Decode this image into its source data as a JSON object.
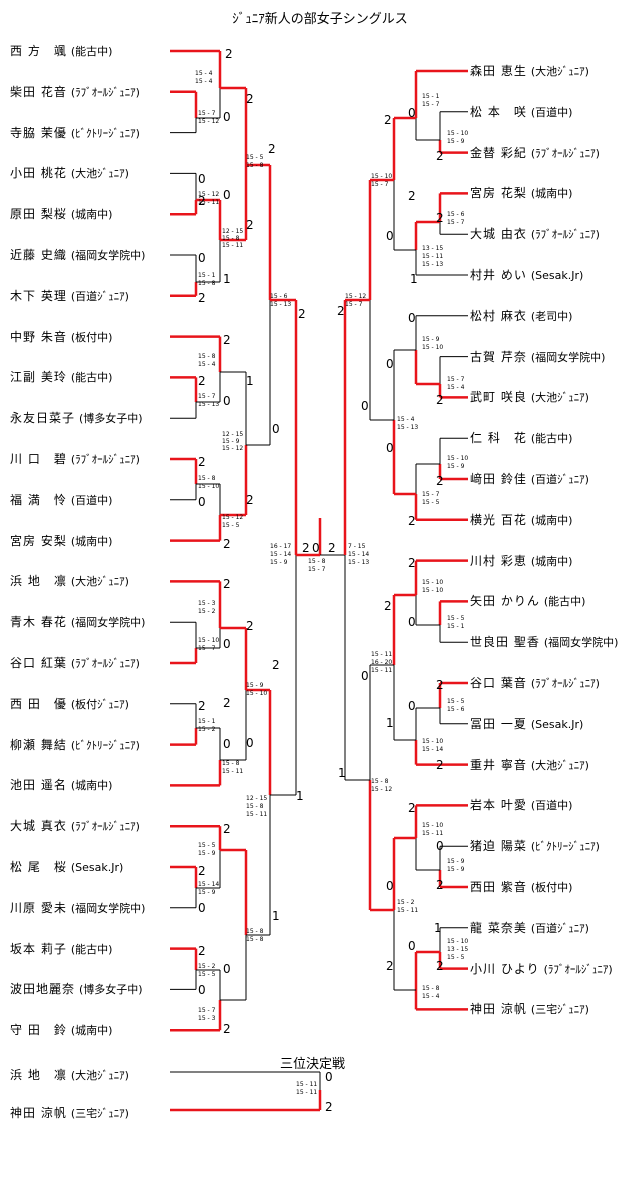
{
  "title": "ｼﾞｭﾆｱ新人の部女子シングルス",
  "third_place_title": "三位決定戦",
  "left_players": [
    {
      "name": "西 方　颯",
      "club": "(能古中)"
    },
    {
      "name": "柴田 花音",
      "club": "(ﾗﾌﾞｵｰﾙｼﾞｭﾆｱ)"
    },
    {
      "name": "寺脇 茉優",
      "club": "(ﾋﾞｸﾄﾘｰｼﾞｭﾆｱ)"
    },
    {
      "name": "小田 桃花",
      "club": "(大池ｼﾞｭﾆｱ)"
    },
    {
      "name": "原田 梨桜",
      "club": "(城南中)"
    },
    {
      "name": "近藤 史織",
      "club": "(福岡女学院中)"
    },
    {
      "name": "木下 英理",
      "club": "(百道ｼﾞｭﾆｱ)"
    },
    {
      "name": "中野 朱音",
      "club": "(板付中)"
    },
    {
      "name": "江副 美玲",
      "club": "(能古中)"
    },
    {
      "name": "永友日菜子",
      "club": "(博多女子中)"
    },
    {
      "name": "川 口　碧",
      "club": "(ﾗﾌﾞｵｰﾙｼﾞｭﾆｱ)"
    },
    {
      "name": "福 満　怜",
      "club": "(百道中)"
    },
    {
      "name": "宮房 安梨",
      "club": "(城南中)"
    },
    {
      "name": "浜 地　凛",
      "club": "(大池ｼﾞｭﾆｱ)"
    },
    {
      "name": "青木 春花",
      "club": "(福岡女学院中)"
    },
    {
      "name": "谷口 紅葉",
      "club": "(ﾗﾌﾞｵｰﾙｼﾞｭﾆｱ)"
    },
    {
      "name": "西 田　優",
      "club": "(板付ｼﾞｭﾆｱ)"
    },
    {
      "name": "柳瀬 舞結",
      "club": "(ﾋﾞｸﾄﾘｰｼﾞｭﾆｱ)"
    },
    {
      "name": "池田 遥名",
      "club": "(城南中)"
    },
    {
      "name": "大城 真衣",
      "club": "(ﾗﾌﾞｵｰﾙｼﾞｭﾆｱ)"
    },
    {
      "name": "松 尾　桜",
      "club": "(Sesak.Jr)"
    },
    {
      "name": "川原 愛未",
      "club": "(福岡女学院中)"
    },
    {
      "name": "坂本 莉子",
      "club": "(能古中)"
    },
    {
      "name": "波田地麗奈",
      "club": "(博多女子中)"
    },
    {
      "name": "守 田　鈴",
      "club": "(城南中)"
    }
  ],
  "right_players": [
    {
      "name": "森田 恵生",
      "club": "(大池ｼﾞｭﾆｱ)"
    },
    {
      "name": "松 本　咲",
      "club": "(百道中)"
    },
    {
      "name": "金替 彩紀",
      "club": "(ﾗﾌﾞｵｰﾙｼﾞｭﾆｱ)"
    },
    {
      "name": "宮房 花梨",
      "club": "(城南中)"
    },
    {
      "name": "大城 由衣",
      "club": "(ﾗﾌﾞｵｰﾙｼﾞｭﾆｱ)"
    },
    {
      "name": "村井 めい",
      "club": "(Sesak.Jr)"
    },
    {
      "name": "松村 麻衣",
      "club": "(老司中)"
    },
    {
      "name": "古賀 芹奈",
      "club": "(福岡女学院中)"
    },
    {
      "name": "武町 咲良",
      "club": "(大池ｼﾞｭﾆｱ)"
    },
    {
      "name": "仁 科　花",
      "club": "(能古中)"
    },
    {
      "name": "﨑田 鈴佳",
      "club": "(百道ｼﾞｭﾆｱ)"
    },
    {
      "name": "横光 百花",
      "club": "(城南中)"
    },
    {
      "name": "川村 彩恵",
      "club": "(城南中)"
    },
    {
      "name": "矢田 かりん",
      "club": "(能古中)"
    },
    {
      "name": "世良田 聖香",
      "club": "(福岡女学院中)"
    },
    {
      "name": "谷口 葉音",
      "club": "(ﾗﾌﾞｵｰﾙｼﾞｭﾆｱ)"
    },
    {
      "name": "冨田 一夏",
      "club": "(Sesak.Jr)"
    },
    {
      "name": "重井 寧音",
      "club": "(大池ｼﾞｭﾆｱ)"
    },
    {
      "name": "岩本 叶愛",
      "club": "(百道中)"
    },
    {
      "name": "猪迫 陽菜",
      "club": "(ﾋﾞｸﾄﾘｰｼﾞｭﾆｱ)"
    },
    {
      "name": "西田 紫音",
      "club": "(板付中)"
    },
    {
      "name": "龍 菜奈美",
      "club": "(百道ｼﾞｭﾆｱ)"
    },
    {
      "name": "小川 ひより",
      "club": "(ﾗﾌﾞｵｰﾙｼﾞｭﾆｱ)"
    },
    {
      "name": "神田 涼帆",
      "club": "(三宅ｼﾞｭﾆｱ)"
    }
  ],
  "third_players": [
    {
      "name": "浜 地　凛",
      "club": "(大池ｼﾞｭﾆｱ)"
    },
    {
      "name": "神田 涼帆",
      "club": "(三宅ｼﾞｭﾆｱ)"
    }
  ],
  "bracket_colors": {
    "winner": "#e8141b",
    "loser": "#000000"
  },
  "scores": [
    {
      "t": "2",
      "role": "set"
    },
    {
      "t": "15 - 4",
      "role": "game"
    },
    {
      "t": "15 - 4",
      "role": "game"
    },
    {
      "t": "2",
      "role": "set"
    },
    {
      "t": "0",
      "role": "set"
    },
    {
      "t": "15 - 7",
      "role": "game"
    },
    {
      "t": "15 - 12",
      "role": "game"
    },
    {
      "t": "2",
      "role": "set"
    },
    {
      "t": "15 - 5",
      "role": "game"
    },
    {
      "t": "15 - 8",
      "role": "game"
    },
    {
      "t": "0",
      "role": "set"
    },
    {
      "t": "2",
      "role": "set"
    },
    {
      "t": "15 - 12",
      "role": "game"
    },
    {
      "t": "15 - 11",
      "role": "game"
    },
    {
      "t": "0",
      "role": "set"
    },
    {
      "t": "2",
      "role": "set"
    },
    {
      "t": "12 - 15",
      "role": "game"
    },
    {
      "t": "15 - 8",
      "role": "game"
    },
    {
      "t": "15 - 11",
      "role": "game"
    },
    {
      "t": "1",
      "role": "set"
    },
    {
      "t": "15 - 1",
      "role": "game"
    },
    {
      "t": "15 - 8",
      "role": "game"
    },
    {
      "t": "0",
      "role": "set"
    },
    {
      "t": "2",
      "role": "set"
    },
    {
      "t": "2",
      "role": "set"
    },
    {
      "t": "15 - 6",
      "role": "game"
    },
    {
      "t": "15 - 13",
      "role": "game"
    },
    {
      "t": "2",
      "role": "set"
    },
    {
      "t": "15 - 8",
      "role": "game"
    },
    {
      "t": "15 - 4",
      "role": "game"
    },
    {
      "t": "0",
      "role": "set"
    },
    {
      "t": "2",
      "role": "set"
    },
    {
      "t": "15 - 7",
      "role": "game"
    },
    {
      "t": "15 - 13",
      "role": "game"
    },
    {
      "t": "1",
      "role": "set"
    },
    {
      "t": "12 - 15",
      "role": "game"
    },
    {
      "t": "15 - 9",
      "role": "game"
    },
    {
      "t": "15 - 12",
      "role": "game"
    },
    {
      "t": "0",
      "role": "set"
    },
    {
      "t": "2",
      "role": "set"
    },
    {
      "t": "15 - 8",
      "role": "game"
    },
    {
      "t": "15 - 10",
      "role": "game"
    },
    {
      "t": "2",
      "role": "set"
    },
    {
      "t": "15 - 12",
      "role": "game"
    },
    {
      "t": "15 - 5",
      "role": "game"
    },
    {
      "t": "0",
      "role": "set"
    },
    {
      "t": "2",
      "role": "set"
    },
    {
      "t": "2",
      "role": "set"
    },
    {
      "t": "15 - 3",
      "role": "game"
    },
    {
      "t": "15 - 2",
      "role": "game"
    },
    {
      "t": "2",
      "role": "set"
    },
    {
      "t": "0",
      "role": "set"
    },
    {
      "t": "15 - 10",
      "role": "game"
    },
    {
      "t": "15 - 7",
      "role": "game"
    },
    {
      "t": "2",
      "role": "set"
    },
    {
      "t": "15 - 9",
      "role": "game"
    },
    {
      "t": "15 - 10",
      "role": "game"
    },
    {
      "t": "0",
      "role": "set"
    },
    {
      "t": "2",
      "role": "set"
    },
    {
      "t": "15 - 1",
      "role": "game"
    },
    {
      "t": "15 - 2",
      "role": "game"
    },
    {
      "t": "0",
      "role": "set"
    },
    {
      "t": "2",
      "role": "set"
    },
    {
      "t": "15 - 8",
      "role": "game"
    },
    {
      "t": "15 - 11",
      "role": "game"
    },
    {
      "t": "1",
      "role": "set"
    },
    {
      "t": "12 - 15",
      "role": "game"
    },
    {
      "t": "15 - 8",
      "role": "game"
    },
    {
      "t": "15 - 11",
      "role": "game"
    },
    {
      "t": "2",
      "role": "set"
    },
    {
      "t": "15 - 5",
      "role": "game"
    },
    {
      "t": "15 - 9",
      "role": "game"
    },
    {
      "t": "2",
      "role": "set"
    },
    {
      "t": "0",
      "role": "set"
    },
    {
      "t": "15 - 14",
      "role": "game"
    },
    {
      "t": "15 - 9",
      "role": "game"
    },
    {
      "t": "1",
      "role": "set"
    },
    {
      "t": "15 - 8",
      "role": "game"
    },
    {
      "t": "15 - 8",
      "role": "game"
    },
    {
      "t": "2",
      "role": "set"
    },
    {
      "t": "0",
      "role": "set"
    },
    {
      "t": "15 - 2",
      "role": "game"
    },
    {
      "t": "15 - 5",
      "role": "game"
    },
    {
      "t": "0",
      "role": "set"
    },
    {
      "t": "2",
      "role": "set"
    },
    {
      "t": "15 - 7",
      "role": "game"
    },
    {
      "t": "15 - 3",
      "role": "game"
    },
    {
      "t": "2",
      "role": "set"
    },
    {
      "t": "16 - 17",
      "role": "game"
    },
    {
      "t": "15 - 14",
      "role": "game"
    },
    {
      "t": "15 - 9",
      "role": "game"
    },
    {
      "t": "0",
      "role": "set"
    },
    {
      "t": "2",
      "role": "set"
    },
    {
      "t": "15 - 8",
      "role": "game"
    },
    {
      "t": "15 - 7",
      "role": "game"
    },
    {
      "t": "7 - 15",
      "role": "game"
    },
    {
      "t": "15 - 14",
      "role": "game"
    },
    {
      "t": "15 - 13",
      "role": "game"
    },
    {
      "t": "2",
      "role": "set"
    },
    {
      "t": "15 - 1",
      "role": "game"
    },
    {
      "t": "15 - 7",
      "role": "game"
    },
    {
      "t": "0",
      "role": "set"
    },
    {
      "t": "15 - 10",
      "role": "game"
    },
    {
      "t": "15 - 9",
      "role": "game"
    },
    {
      "t": "2",
      "role": "set"
    },
    {
      "t": "2",
      "role": "set"
    },
    {
      "t": "15 - 10",
      "role": "game"
    },
    {
      "t": "15 - 7",
      "role": "game"
    },
    {
      "t": "2",
      "role": "set"
    },
    {
      "t": "15 - 6",
      "role": "game"
    },
    {
      "t": "15 - 7",
      "role": "game"
    },
    {
      "t": "0",
      "role": "set"
    },
    {
      "t": "13 - 15",
      "role": "game"
    },
    {
      "t": "15 - 11",
      "role": "game"
    },
    {
      "t": "15 - 13",
      "role": "game"
    },
    {
      "t": "1",
      "role": "set"
    },
    {
      "t": "2",
      "role": "set"
    },
    {
      "t": "15 - 12",
      "role": "game"
    },
    {
      "t": "15 - 7",
      "role": "game"
    },
    {
      "t": "0",
      "role": "set"
    },
    {
      "t": "15 - 9",
      "role": "game"
    },
    {
      "t": "15 - 10",
      "role": "game"
    },
    {
      "t": "0",
      "role": "set"
    },
    {
      "t": "15 - 7",
      "role": "game"
    },
    {
      "t": "15 - 4",
      "role": "game"
    },
    {
      "t": "2",
      "role": "set"
    },
    {
      "t": "0",
      "role": "set"
    },
    {
      "t": "15 - 4",
      "role": "game"
    },
    {
      "t": "15 - 13",
      "role": "game"
    },
    {
      "t": "0",
      "role": "set"
    },
    {
      "t": "15 - 10",
      "role": "game"
    },
    {
      "t": "15 - 9",
      "role": "game"
    },
    {
      "t": "2",
      "role": "set"
    },
    {
      "t": "15 - 7",
      "role": "game"
    },
    {
      "t": "15 - 5",
      "role": "game"
    },
    {
      "t": "2",
      "role": "set"
    },
    {
      "t": "2",
      "role": "set"
    },
    {
      "t": "15 - 10",
      "role": "game"
    },
    {
      "t": "15 - 10",
      "role": "game"
    },
    {
      "t": "2",
      "role": "set"
    },
    {
      "t": "15 - 5",
      "role": "game"
    },
    {
      "t": "15 - 1",
      "role": "game"
    },
    {
      "t": "0",
      "role": "set"
    },
    {
      "t": "0",
      "role": "set"
    },
    {
      "t": "15 - 11",
      "role": "game"
    },
    {
      "t": "16 - 20",
      "role": "game"
    },
    {
      "t": "15 - 11",
      "role": "game"
    },
    {
      "t": "2",
      "role": "set"
    },
    {
      "t": "15 - 5",
      "role": "game"
    },
    {
      "t": "15 - 6",
      "role": "game"
    },
    {
      "t": "0",
      "role": "set"
    },
    {
      "t": "1",
      "role": "set"
    },
    {
      "t": "15 - 10",
      "role": "game"
    },
    {
      "t": "15 - 14",
      "role": "game"
    },
    {
      "t": "2",
      "role": "set"
    },
    {
      "t": "1",
      "role": "set"
    },
    {
      "t": "15 - 8",
      "role": "game"
    },
    {
      "t": "15 - 12",
      "role": "game"
    },
    {
      "t": "2",
      "role": "set"
    },
    {
      "t": "15 - 10",
      "role": "game"
    },
    {
      "t": "15 - 11",
      "role": "game"
    },
    {
      "t": "0",
      "role": "set"
    },
    {
      "t": "15 - 9",
      "role": "game"
    },
    {
      "t": "15 - 9",
      "role": "game"
    },
    {
      "t": "2",
      "role": "set"
    },
    {
      "t": "0",
      "role": "set"
    },
    {
      "t": "15 - 2",
      "role": "game"
    },
    {
      "t": "15 - 11",
      "role": "game"
    },
    {
      "t": "1",
      "role": "set"
    },
    {
      "t": "15 - 10",
      "role": "game"
    },
    {
      "t": "13 - 15",
      "role": "game"
    },
    {
      "t": "15 - 5",
      "role": "game"
    },
    {
      "t": "2",
      "role": "set"
    },
    {
      "t": "0",
      "role": "set"
    },
    {
      "t": "15 - 8",
      "role": "game"
    },
    {
      "t": "15 - 4",
      "role": "game"
    },
    {
      "t": "2",
      "role": "set"
    },
    {
      "t": "0",
      "role": "set"
    },
    {
      "t": "15 - 11",
      "role": "game"
    },
    {
      "t": "15 - 11",
      "role": "game"
    },
    {
      "t": "2",
      "role": "set"
    }
  ]
}
